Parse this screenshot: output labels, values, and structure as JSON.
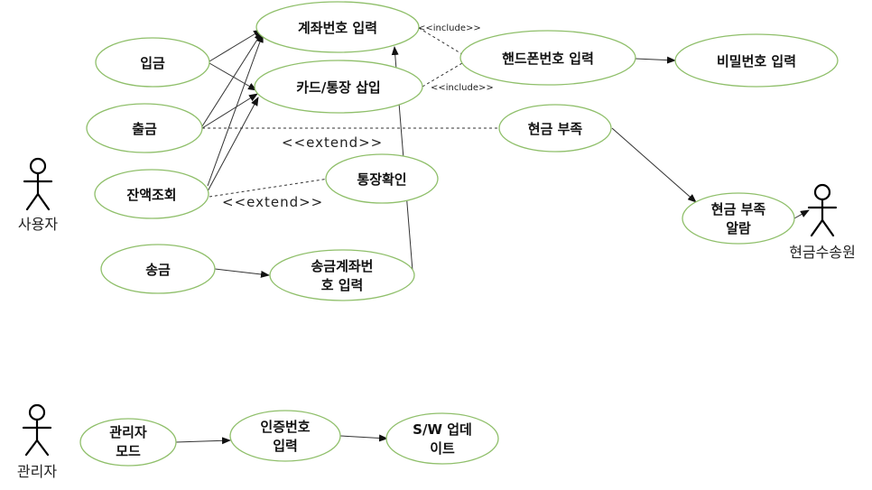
{
  "actors": {
    "user": "사용자",
    "cash_staff": "현금수송원",
    "admin": "관리자"
  },
  "use_cases": {
    "account_number_input": [
      "계좌번호 입력"
    ],
    "deposit": [
      "입금"
    ],
    "card_passbook_insert": [
      "카드/통장 삽입"
    ],
    "withdrawal": [
      "출금"
    ],
    "balance_inquiry": [
      "잔액조회"
    ],
    "passbook_check": [
      "통장확인"
    ],
    "remittance": [
      "송금"
    ],
    "remittance_account_input": [
      "송금계좌번",
      "호 입력"
    ],
    "phone_number_input": [
      "핸드폰번호 입력"
    ],
    "password_input": [
      "비밀번호 입력"
    ],
    "cash_shortage": [
      "현금 부족"
    ],
    "cash_shortage_alarm": [
      "현금 부족",
      "알람"
    ],
    "admin_mode": [
      "관리자",
      "모드"
    ],
    "auth_number_input": [
      "인증번호",
      "입력"
    ],
    "sw_update": [
      "S/W 업데",
      "이트"
    ]
  },
  "stereotypes": {
    "include_top": "<<include>>",
    "include_bottom": "<<include>>",
    "extend_withdrawal": "<<extend>>",
    "extend_balance": "<<extend>>"
  }
}
